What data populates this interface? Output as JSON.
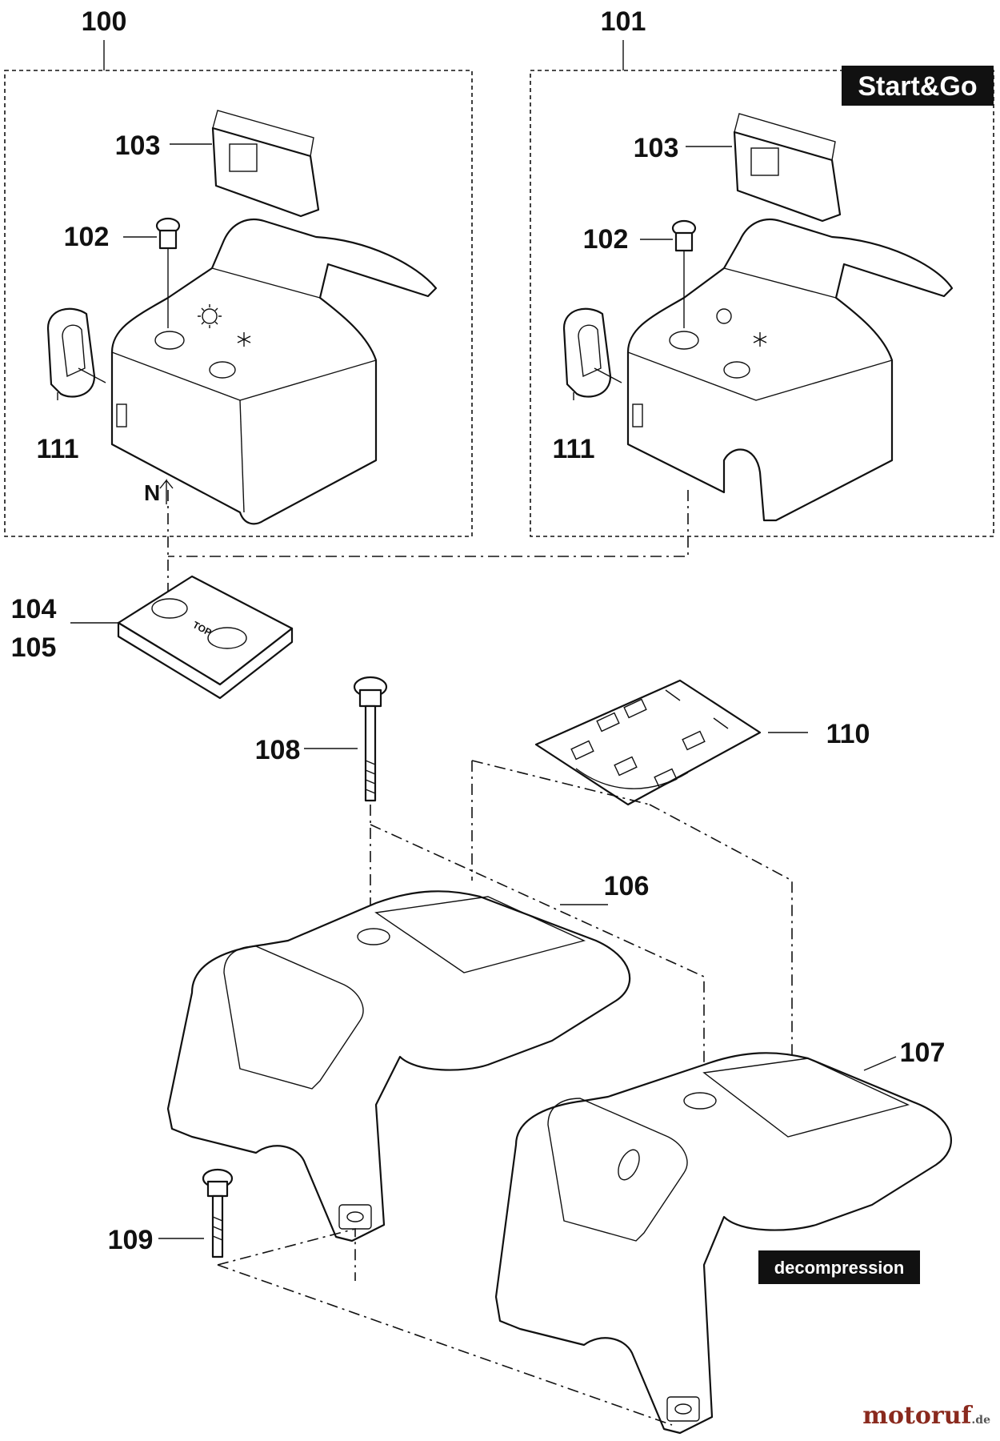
{
  "labels": {
    "p100": "100",
    "p101": "101",
    "p102a": "102",
    "p102b": "102",
    "p103a": "103",
    "p103b": "103",
    "p104": "104",
    "p105": "105",
    "p106": "106",
    "p107": "107",
    "p108": "108",
    "p109": "109",
    "p110": "110",
    "p111a": "111",
    "p111b": "111"
  },
  "tags": {
    "start_go": "Start&Go",
    "decompression": "decompression",
    "top_marking": "TOP",
    "north_marking": "N"
  },
  "watermark": {
    "brand": "motoruf",
    "suffix": ".de"
  },
  "colors": {
    "ink": "#111111",
    "tag_background": "#111111",
    "watermark": "#8a2a1e"
  }
}
